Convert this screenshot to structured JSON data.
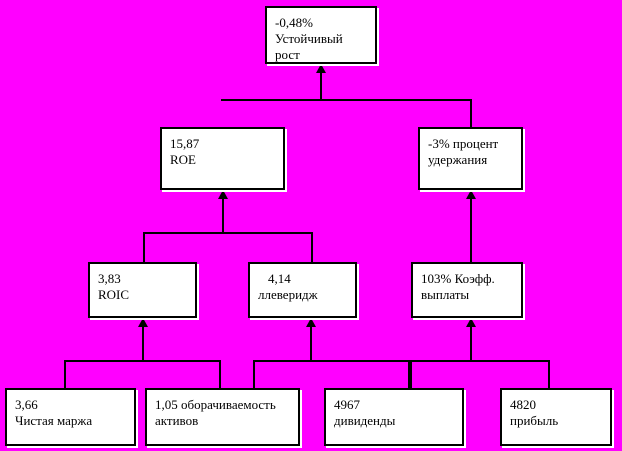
{
  "diagram": {
    "title": "Sustainable growth decomposition tree",
    "background_color": "#ff00ff",
    "box_fill_color": "#ffffff",
    "line_color": "#000000",
    "nodes": {
      "sustainable_growth": {
        "value": "-0,48%",
        "label_line1": "Устойчивый",
        "label_line2": "рост"
      },
      "roe": {
        "value": "15,87",
        "label_line1": "ROE",
        "label_line2": ""
      },
      "retention": {
        "value": "-3% процент",
        "label_line1": "удержания",
        "label_line2": ""
      },
      "roic": {
        "value": "3,83",
        "label_line1": "ROIC",
        "label_line2": ""
      },
      "leverage": {
        "value": "4,14",
        "label_line1": "ллеверидж",
        "label_line2": ""
      },
      "payout": {
        "value": "103% Коэфф.",
        "label_line1": "выплаты",
        "label_line2": ""
      },
      "net_margin": {
        "value": "3,66",
        "label_line1": "Чистая маржа",
        "label_line2": ""
      },
      "asset_turnover": {
        "value": "1,05 оборачиваемость",
        "label_line1": "активов",
        "label_line2": ""
      },
      "dividends": {
        "value": "4967",
        "label_line1": "дивиденды",
        "label_line2": ""
      },
      "profit": {
        "value": "4820",
        "label_line1": "прибыль",
        "label_line2": ""
      }
    }
  }
}
